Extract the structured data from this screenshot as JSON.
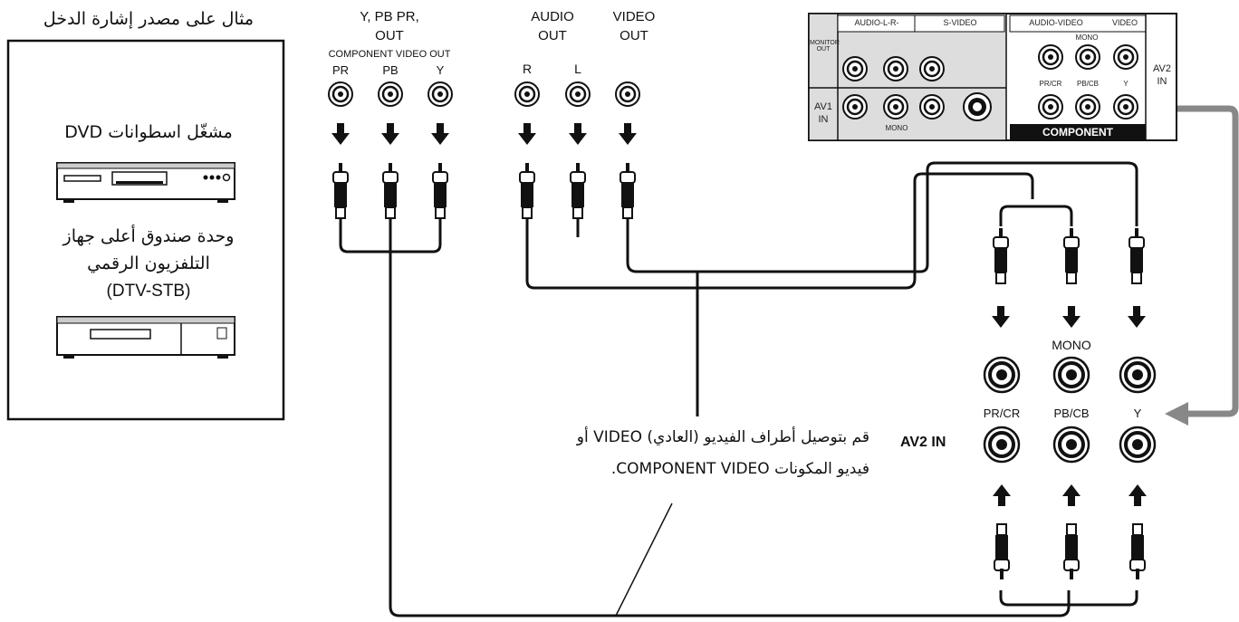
{
  "source_panel": {
    "title": "مثال على مصدر إشارة الدخل",
    "dvd_label": "مشغّل اسطوانات DVD",
    "stb_label_line1": "وحدة صندوق أعلى جهاز",
    "stb_label_line2": "التلفزيون الرقمي",
    "stb_label_line3": "(DTV-STB)"
  },
  "source_outputs": {
    "component_header_line1": "Y, PB PR,",
    "component_header_line2": "OUT",
    "component_title": "COMPONENT VIDEO OUT",
    "pr": "PR",
    "pb": "PB",
    "y": "Y",
    "audio_line1": "AUDIO",
    "audio_line2": "OUT",
    "video_line1": "VIDEO",
    "video_line2": "OUT",
    "r": "R",
    "l": "L"
  },
  "tv_panel": {
    "audio_lr": "AUDIO-L-R-",
    "svideo": "S-VIDEO",
    "audio_video": "AUDIO-VIDEO",
    "video": "VIDEO",
    "monitor_out": "MONITOR OUT",
    "av1": "AV1",
    "av1_in": "IN",
    "mono": "MONO",
    "mono_right": "MONO",
    "pr_cr": "PR/CR",
    "pb_cb": "PB/CB",
    "y": "Y",
    "component": "COMPONENT",
    "av2": "AV2",
    "av2_in": "IN"
  },
  "av2_terminal": {
    "mono": "MONO",
    "pr_cr": "PR/CR",
    "pb_cb": "PB/CB",
    "y": "Y",
    "label": "AV2 IN"
  },
  "note": {
    "line1": "قم بتوصيل أطراف الفيديو (العادي) VIDEO أو",
    "line2": "فيديو المكونات COMPONENT VIDEO."
  }
}
